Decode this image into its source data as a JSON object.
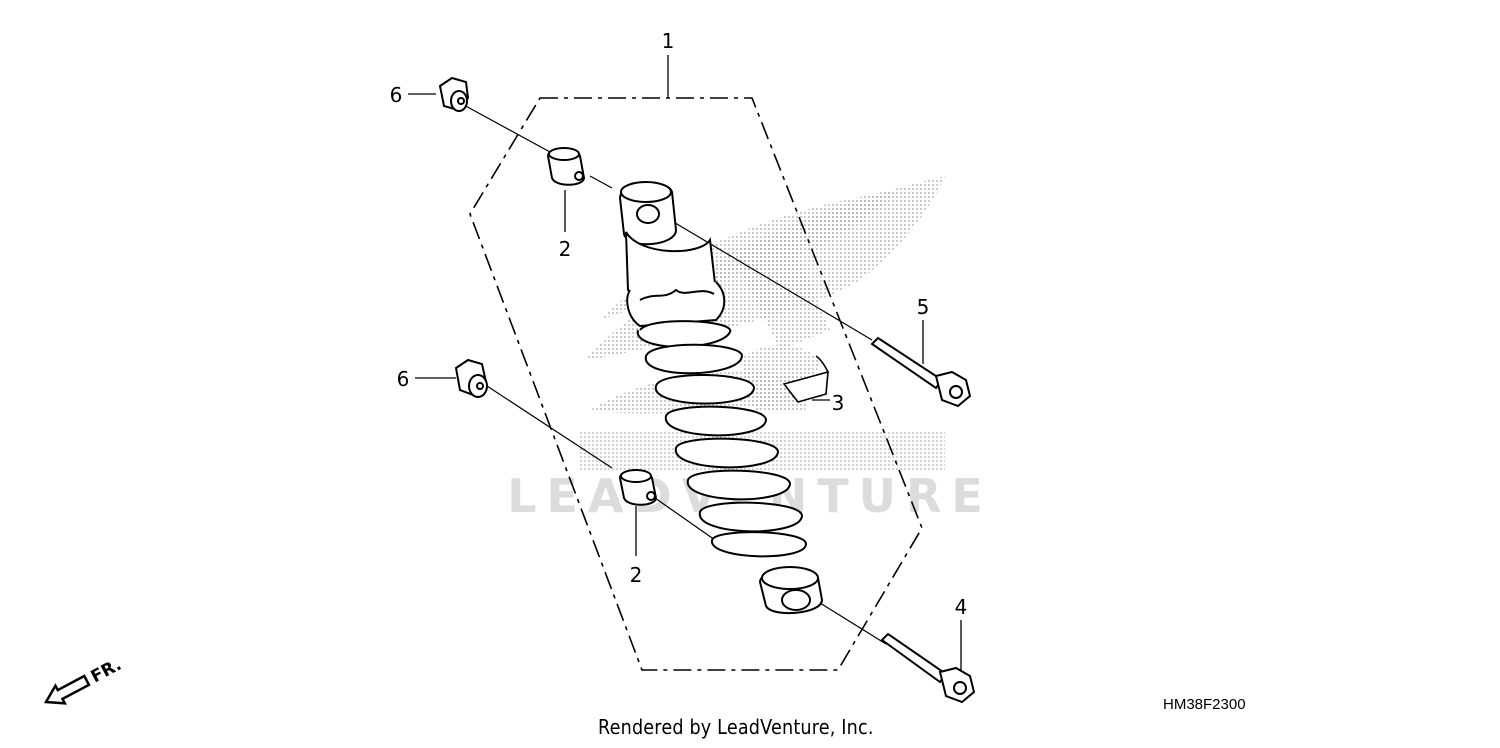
{
  "callouts": [
    {
      "key": "shock_absorber",
      "label": "1"
    },
    {
      "key": "upper_bushing",
      "label": "2"
    },
    {
      "key": "lower_bushing",
      "label": "2"
    },
    {
      "key": "label_sticker",
      "label": "3"
    },
    {
      "key": "lower_bolt",
      "label": "4"
    },
    {
      "key": "upper_bolt",
      "label": "5"
    },
    {
      "key": "upper_nut",
      "label": "6"
    },
    {
      "key": "lower_nut",
      "label": "6"
    }
  ],
  "direction_indicator": {
    "label": "FR.",
    "icon": "front-arrow-icon"
  },
  "diagram_code": "HM38F2300",
  "credit": "Rendered by LeadVenture, Inc.",
  "watermark": {
    "brand": "HONDA",
    "company": "LEADVENTURE",
    "icon": "honda-wing-logo"
  },
  "colors": {
    "line": "#000000",
    "watermark": "#bdbdbd",
    "background": "#ffffff"
  }
}
